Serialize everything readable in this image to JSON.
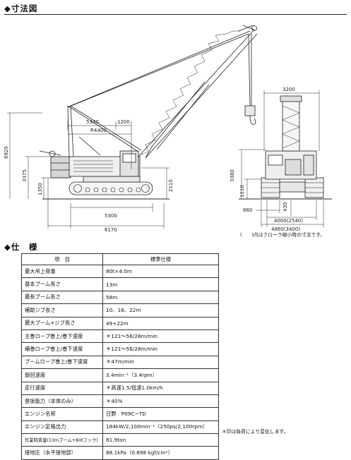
{
  "sections": {
    "dimensions_title": "◆寸法図",
    "specs_title": "◆仕　様"
  },
  "drawing": {
    "dims": {
      "d3200": "3200",
      "d5330": "5330",
      "d1200": "1200",
      "r4400": "R4400",
      "d6920": "6920",
      "d3375": "3375",
      "d1350": "1350",
      "d2110": "2110",
      "d5300": "5300",
      "d6170": "6170",
      "d3380": "3380",
      "d1110": "1110",
      "d860": "860",
      "d430": "430",
      "d4000": "4000(2540)",
      "d4860": "4860(3400)"
    },
    "note": "(　　)内はクローラ縮小時の寸法です。"
  },
  "specs": {
    "headers": [
      "項　目",
      "標準仕様"
    ],
    "rows": [
      {
        "label": "最大吊上荷重",
        "value": "80t×4.0m"
      },
      {
        "label": "基本ブーム長さ",
        "value": "13m"
      },
      {
        "label": "最長ブーム長さ",
        "value": "58m"
      },
      {
        "label": "補助ジブ長さ",
        "value": "10、16、22m"
      },
      {
        "label": "最大ブーム+ジブ長さ",
        "value": "49+22m"
      },
      {
        "label": "主巻ロープ巻上/巻下速度",
        "value": "＊121〜56/28m/min"
      },
      {
        "label": "補巻ロープ巻上/巻下速度",
        "value": "＊121〜56/28m/min"
      },
      {
        "label": "ブームロープ巻上/巻下速度",
        "value": "＊47m/min"
      },
      {
        "label": "旋回速度",
        "value": "3.4min⁻¹（3.4rpm）"
      },
      {
        "label": "走行速度",
        "value": "＊高速1.5/低速1.0km/h"
      },
      {
        "label": "登坂能力（本体のみ）",
        "value": "＊40%"
      },
      {
        "label": "エンジン名称",
        "value": "日野　P09C−TD"
      },
      {
        "label": "エンジン定格出力",
        "value": "184kW/2,100min⁻¹（250ps/2,100rpm）"
      },
      {
        "label": "作業時質量(13mブーム+80tフック)",
        "value": "81.9ton"
      },
      {
        "label": "接地圧（水平接地部）",
        "value": "88.1kPa（0.898 kgf/cm²）"
      }
    ],
    "footnote": "＊印は負荷により変化します。"
  }
}
